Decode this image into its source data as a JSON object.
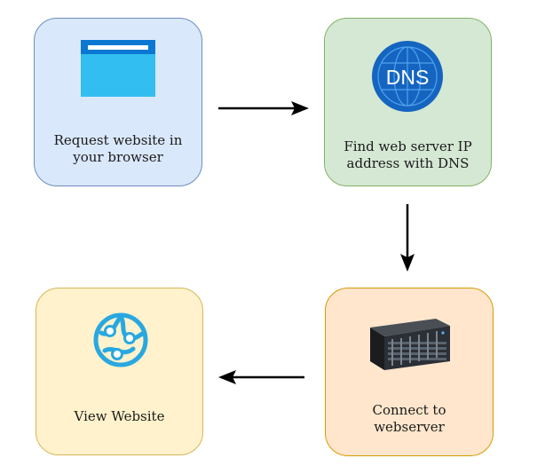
{
  "diagram": {
    "nodes": [
      {
        "id": "request",
        "label": "Request website in\nyour browser",
        "icon": "browser-window-icon",
        "fill": "#dae8fc",
        "stroke": "#6c8ebf"
      },
      {
        "id": "dns",
        "label": "Find web server IP\naddress with DNS",
        "icon": "dns-globe-icon",
        "icon_text": "DNS",
        "fill": "#d5e8d4",
        "stroke": "#82b366"
      },
      {
        "id": "connect",
        "label": "Connect to\nwebserver",
        "icon": "server-icon",
        "fill": "#ffe6cc",
        "stroke": "#d79b00"
      },
      {
        "id": "view",
        "label": "View Website",
        "icon": "website-globe-icon",
        "fill": "#fff2cc",
        "stroke": "#d6b656"
      }
    ],
    "edges": [
      {
        "from": "request",
        "to": "dns"
      },
      {
        "from": "dns",
        "to": "connect"
      },
      {
        "from": "connect",
        "to": "view"
      }
    ],
    "colors": {
      "browser_blue": "#29b6f6",
      "browser_header": "#0078d4",
      "dns_blue": "#1565c0",
      "globe_cyan": "#29a8e0",
      "arrow": "#000000"
    }
  }
}
